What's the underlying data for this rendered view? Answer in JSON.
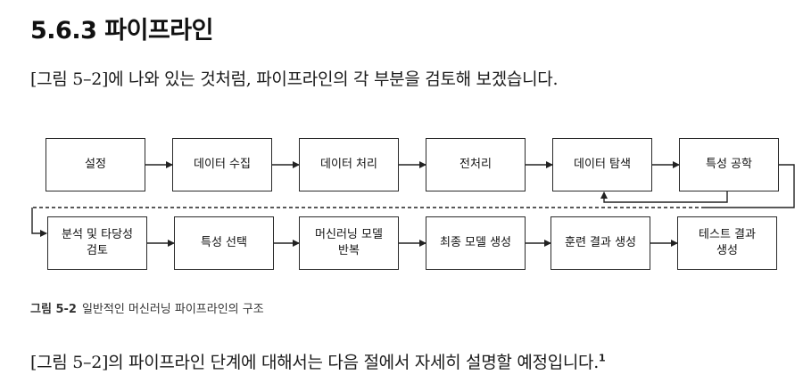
{
  "heading": "5.6.3 파이프라인",
  "intro": "[그림 5–2]에 나와 있는 것처럼, 파이프라인의 각 부분을 검토해 보겠습니다.",
  "diagram": {
    "row1": [
      "설정",
      "데이터 수집",
      "데이터 처리",
      "전처리",
      "데이터 탐색",
      "특성 공학"
    ],
    "row2": [
      "분석 및 타당성\n검토",
      "특성 선택",
      "머신러닝 모델\n반복",
      "최종 모델 생성",
      "훈련 결과 생성",
      "테스트 결과\n생성"
    ]
  },
  "caption": {
    "label": "그림 5-2",
    "text": "일반적인 머신러닝 파이프라인의 구조"
  },
  "outro": {
    "text": "[그림 5–2]의 파이프라인 단계에 대해서는 다음 절에서 자세히 설명할 예정입니다.",
    "footnote": "1"
  }
}
